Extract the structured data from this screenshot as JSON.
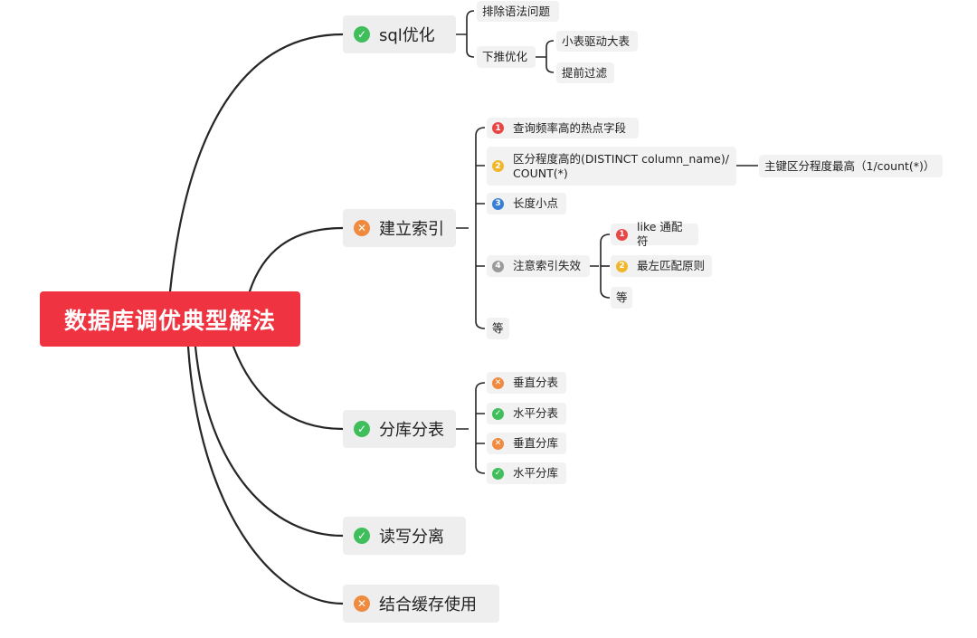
{
  "root": {
    "label": "数据库调优典型解法"
  },
  "branches": {
    "sql": {
      "label": "sql优化",
      "icon": "check-icon",
      "children": {
        "exclude": "排除语法问题",
        "pushdown": {
          "label": "下推优化",
          "children": {
            "small_drive": "小表驱动大表",
            "early_filter": "提前过滤"
          }
        }
      }
    },
    "index": {
      "label": "建立索引",
      "icon": "cross-icon",
      "children": {
        "hot_fields": {
          "label": "查询频率高的热点字段",
          "priority": "1"
        },
        "distinct": {
          "label_line1": "区分程度高的(DISTINCT column_name)/",
          "label_line2": "COUNT(*)",
          "priority": "2",
          "detail": "主键区分程度最高（1/count(*)）"
        },
        "short": {
          "label": "长度小点",
          "priority": "3"
        },
        "invalid": {
          "label": "注意索引失效",
          "priority": "4",
          "children": {
            "like": {
              "label": "like 通配符",
              "priority": "1"
            },
            "leftmost": {
              "label": "最左匹配原则",
              "priority": "2"
            },
            "etc": "等"
          }
        },
        "etc": "等"
      }
    },
    "sharding": {
      "label": "分库分表",
      "icon": "check-icon",
      "children": {
        "vtable": {
          "label": "垂直分表",
          "icon": "cross-icon"
        },
        "htable": {
          "label": "水平分表",
          "icon": "check-icon"
        },
        "vdb": {
          "label": "垂直分库",
          "icon": "cross-icon"
        },
        "hdb": {
          "label": "水平分库",
          "icon": "check-icon"
        }
      }
    },
    "rw": {
      "label": "读写分离",
      "icon": "check-icon"
    },
    "cache": {
      "label": "结合缓存使用",
      "icon": "cross-icon"
    }
  },
  "colors": {
    "root_bg": "#ef3340",
    "check": "#3fbe5b",
    "cross": "#ef8a3f",
    "priority_1": "#e94646",
    "priority_2": "#f0b72c",
    "priority_3": "#3a7fd6",
    "priority_4": "#9a9a9a",
    "line": "#262626"
  },
  "glyphs": {
    "check": "✓",
    "cross": "✕"
  }
}
